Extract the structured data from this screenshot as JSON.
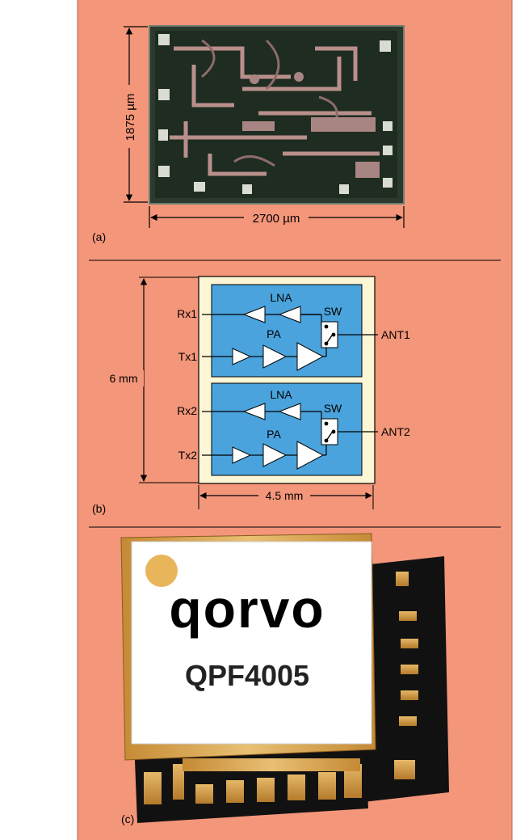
{
  "panel_a": {
    "height_label": "1875 µm",
    "width_label": "2700 µm",
    "caption": "(a)"
  },
  "panel_b": {
    "height_label": "6 mm",
    "width_label": "4.5 mm",
    "caption": "(b)",
    "channels": [
      {
        "rx": "Rx1",
        "tx": "Tx1",
        "lna": "LNA",
        "pa": "PA",
        "sw": "SW",
        "ant": "ANT1"
      },
      {
        "rx": "Rx2",
        "tx": "Tx2",
        "lna": "LNA",
        "pa": "PA",
        "sw": "SW",
        "ant": "ANT2"
      }
    ]
  },
  "panel_c": {
    "brand": "qorvo",
    "part_number": "QPF4005",
    "caption": "(c)"
  },
  "colors": {
    "background": "#f4967a",
    "module_blue": "#4aa3dc",
    "substrate": "#fdf6d6",
    "package_gold": "#d9a24a",
    "dot": "#e8b55a"
  }
}
